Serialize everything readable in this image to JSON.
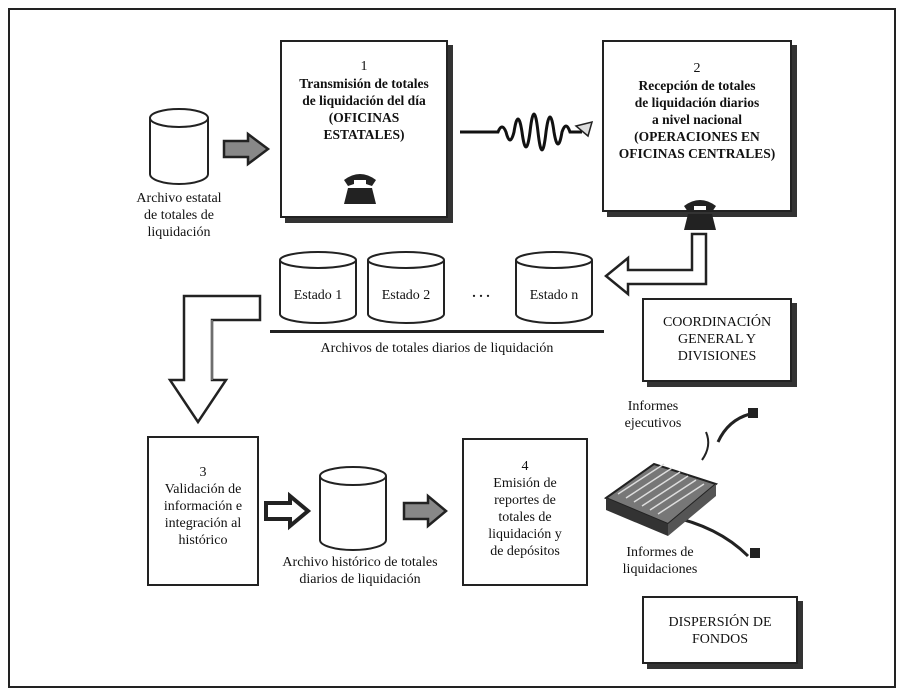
{
  "step1": {
    "number": "1",
    "text": "Transmisión de totales\nde liquidación del día\n(OFICINAS\nESTATALES)"
  },
  "step2": {
    "number": "2",
    "text": "Recepción de totales\nde liquidación diarios\na nivel nacional\n(OPERACIONES EN\nOFICINAS CENTRALES)"
  },
  "step3": {
    "number": "3",
    "text": "Validación de\ninformación e\nintegración al\nhistórico"
  },
  "step4": {
    "number": "4",
    "text": "Emisión de\nreportes de\ntotales de\nliquidación y\nde depósitos"
  },
  "archivo_estatal": "Archivo estatal\nde totales de\nliquidación",
  "estados": [
    "Estado 1",
    "Estado 2",
    "Estado n"
  ],
  "ellipsis": ". . .",
  "archivos_diarios": "Archivos de totales diarios de liquidación",
  "archivo_historico": "Archivo histórico de totales\ndiarios de liquidación",
  "coordinacion": "COORDINACIÓN\nGENERAL Y\nDIVISIONES",
  "dispersion": "DISPERSIÓN DE\nFONDOS",
  "informes_ejecutivos": "Informes\nejecutivos",
  "informes_liquidaciones": "Informes de\nliquidaciones",
  "icons": [
    "database-icon",
    "telephone-icon",
    "signal-wave-icon",
    "printer-icon",
    "arrow-icon"
  ]
}
